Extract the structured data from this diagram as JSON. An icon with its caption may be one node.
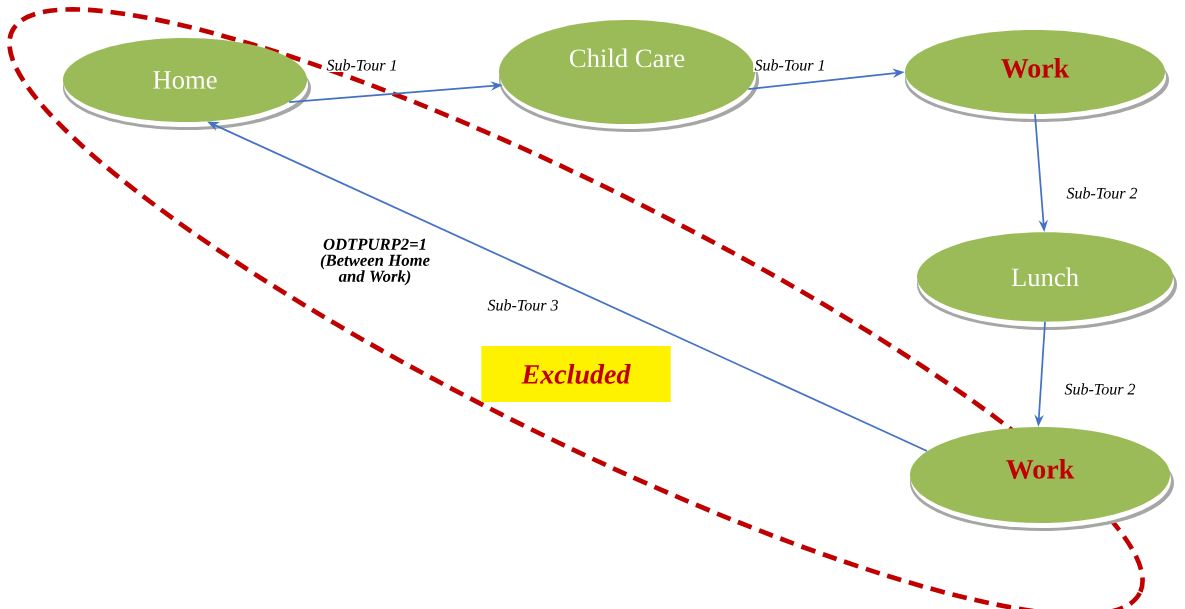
{
  "diagram": {
    "nodes": [
      {
        "text": [
          "Home"
        ]
      },
      {
        "text": [
          "Child Care"
        ]
      },
      {
        "text": [
          "Work"
        ]
      },
      {
        "text": [
          "Lunch"
        ]
      },
      {
        "text": [
          "Work"
        ]
      },
      {
        "text": [
          "Excluded"
        ]
      }
    ],
    "edges": [
      {
        "from": 0,
        "to": 1,
        "arrow": "to",
        "label": "Sub-Tour 1"
      },
      {
        "from": 1,
        "to": 2,
        "arrow": "to",
        "label": "Sub-Tour 1"
      },
      {
        "from": 2,
        "to": 3,
        "arrow": "to",
        "label": "Sub-Tour 2"
      },
      {
        "from": 3,
        "to": 4,
        "arrow": "to",
        "label": "Sub-Tour 2"
      },
      {
        "from": 4,
        "to": 0,
        "arrow": "to",
        "label": "Sub-Tour 3"
      }
    ],
    "labels": [
      "ODTPURP2=1 (Between Home and Work)"
    ]
  }
}
